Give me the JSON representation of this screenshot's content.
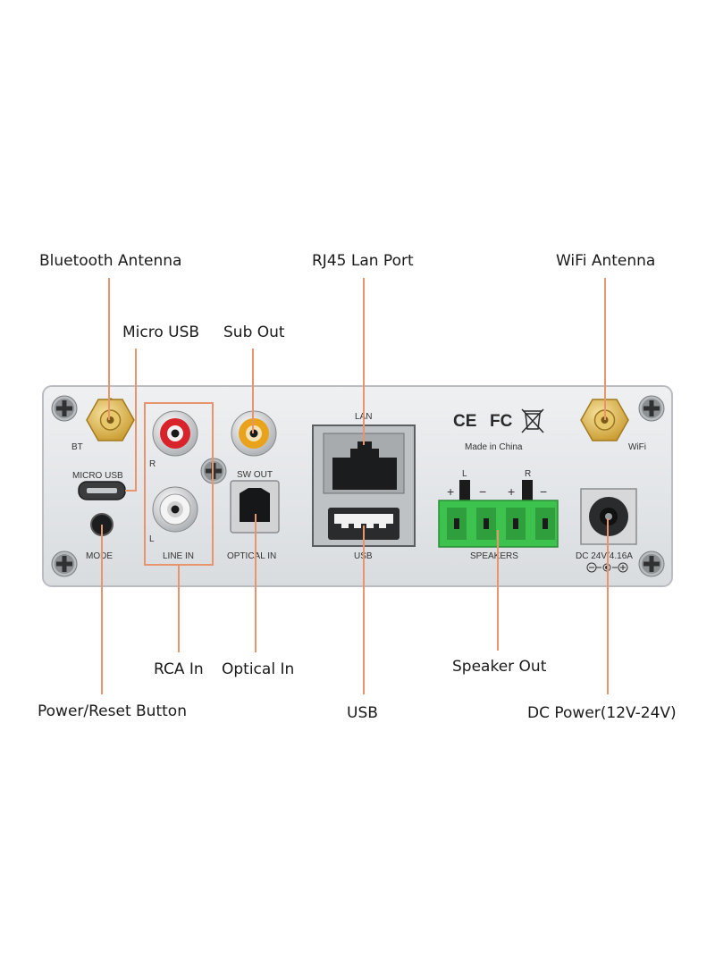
{
  "callouts": {
    "bluetooth_antenna": "Bluetooth Antenna",
    "rj45": "RJ45 Lan Port",
    "wifi_antenna": "WiFi Antenna",
    "micro_usb": "Micro USB",
    "sub_out": "Sub Out",
    "rca_in": "RCA In",
    "optical_in": "Optical In",
    "speaker_out": "Speaker Out",
    "power_reset": "Power/Reset Button",
    "usb": "USB",
    "dc_power": "DC Power(12V-24V)"
  },
  "panel": {
    "bt": "BT",
    "wifi": "WiFi",
    "micro_usb": "MICRO USB",
    "mode": "MODE",
    "r": "R",
    "l": "L",
    "line_in": "LINE IN",
    "sw_out": "SW OUT",
    "optical_in": "OPTICAL IN",
    "lan": "LAN",
    "usb": "USB",
    "speakers": "SPEAKERS",
    "spk_l": "L",
    "spk_r": "R",
    "plus": "+",
    "minus": "−",
    "ce": "CE",
    "fc": "FC",
    "made_in": "Made in China",
    "dc_rating": "DC 24V/4.16A"
  },
  "colors": {
    "leader": "#e8946c",
    "panel": "#e4e6e8",
    "terminal_green": "#3ec24e",
    "rca_red": "#d8232a",
    "rca_yellow": "#e8a21c",
    "antenna_gold": "#d9b24a"
  }
}
